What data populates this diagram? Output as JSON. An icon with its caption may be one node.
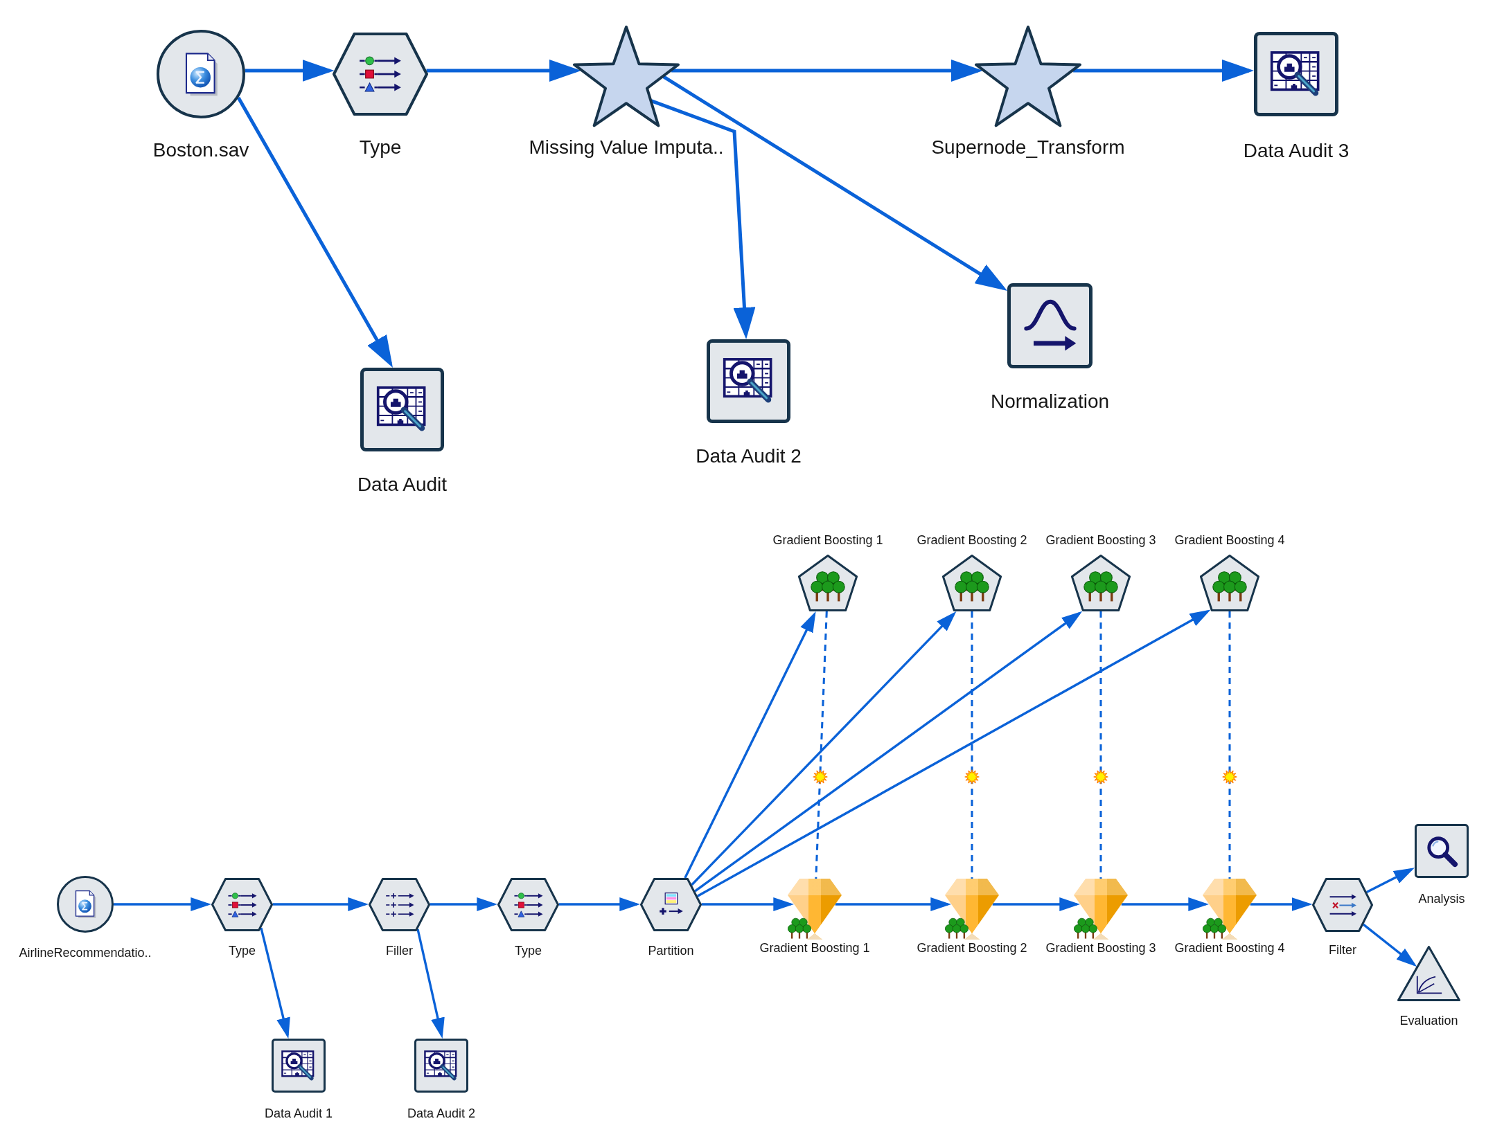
{
  "diagram": {
    "nodes": [
      {
        "text": [
          "Boston.sav"
        ]
      },
      {
        "text": [
          "Type"
        ]
      },
      {
        "text": [
          "Missing Value Imputa.."
        ]
      },
      {
        "text": [
          "Supernode_Transform"
        ]
      },
      {
        "text": [
          "Data Audit 3"
        ]
      },
      {
        "text": [
          "Data Audit"
        ]
      },
      {
        "text": [
          "Data Audit 2"
        ]
      },
      {
        "text": [
          "Normalization"
        ]
      },
      {
        "text": [
          "Gradient Boosting 1"
        ]
      },
      {
        "text": [
          "Gradient Boosting 2"
        ]
      },
      {
        "text": [
          "Gradient Boosting 3"
        ]
      },
      {
        "text": [
          "Gradient Boosting 4"
        ]
      },
      {
        "text": [
          "AirlineRecommendatio.."
        ]
      },
      {
        "text": [
          "Type"
        ]
      },
      {
        "text": [
          "Filler"
        ]
      },
      {
        "text": [
          "Type"
        ]
      },
      {
        "text": [
          "Partition"
        ]
      },
      {
        "text": [
          "Gradient Boosting 1"
        ]
      },
      {
        "text": [
          "Gradient Boosting 2"
        ]
      },
      {
        "text": [
          "Gradient Boosting 3"
        ]
      },
      {
        "text": [
          "Gradient Boosting 4"
        ]
      },
      {
        "text": [
          "Analysis"
        ]
      },
      {
        "text": [
          "Filter"
        ]
      },
      {
        "text": [
          "Evaluation"
        ]
      },
      {
        "text": [
          "Data Audit 1"
        ]
      },
      {
        "text": [
          "Data Audit 2"
        ]
      }
    ],
    "edges": [
      {
        "from": 0,
        "to": 1,
        "arrow": "to"
      },
      {
        "from": 1,
        "to": 2,
        "arrow": "to"
      },
      {
        "from": 2,
        "to": 3,
        "arrow": "to"
      },
      {
        "from": 3,
        "to": 4,
        "arrow": "to"
      },
      {
        "from": 0,
        "to": 5,
        "arrow": "to"
      },
      {
        "from": 2,
        "to": 6,
        "arrow": "to"
      },
      {
        "from": 2,
        "to": 7,
        "arrow": "to"
      },
      {
        "from": 12,
        "to": 13,
        "arrow": "to"
      },
      {
        "from": 13,
        "to": 14,
        "arrow": "to"
      },
      {
        "from": 14,
        "to": 15,
        "arrow": "to"
      },
      {
        "from": 15,
        "to": 16,
        "arrow": "to"
      },
      {
        "from": 16,
        "to": 17,
        "arrow": "to"
      },
      {
        "from": 17,
        "to": 18,
        "arrow": "to"
      },
      {
        "from": 18,
        "to": 19,
        "arrow": "to"
      },
      {
        "from": 19,
        "to": 20,
        "arrow": "to"
      },
      {
        "from": 20,
        "to": 22,
        "arrow": "to"
      },
      {
        "from": 22,
        "to": 21,
        "arrow": "to"
      },
      {
        "from": 22,
        "to": 23,
        "arrow": "to"
      },
      {
        "from": 13,
        "to": 24,
        "arrow": "to"
      },
      {
        "from": 14,
        "to": 25,
        "arrow": "to"
      },
      {
        "from": 16,
        "to": 8,
        "arrow": "to"
      },
      {
        "from": 16,
        "to": 9,
        "arrow": "to"
      },
      {
        "from": 16,
        "to": 10,
        "arrow": "to"
      },
      {
        "from": 16,
        "to": 11,
        "arrow": "to"
      },
      {
        "from": 8,
        "to": 17,
        "arrow": "none",
        "style": "dashed"
      },
      {
        "from": 9,
        "to": 18,
        "arrow": "none",
        "style": "dashed"
      },
      {
        "from": 10,
        "to": 19,
        "arrow": "none",
        "style": "dashed"
      },
      {
        "from": 11,
        "to": 20,
        "arrow": "none",
        "style": "dashed"
      }
    ]
  }
}
